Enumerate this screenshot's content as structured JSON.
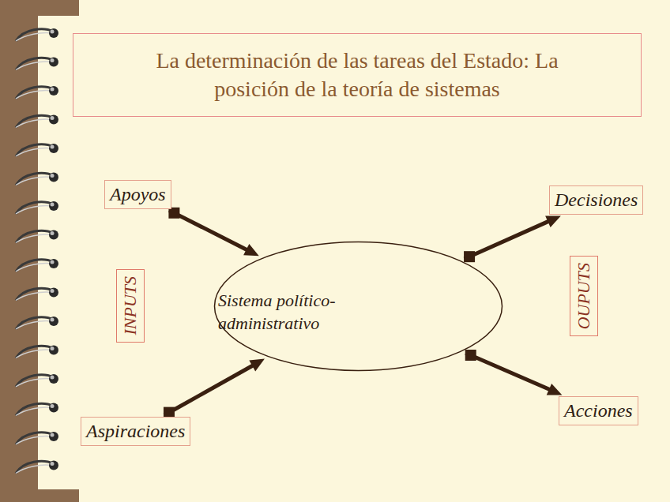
{
  "diagram": {
    "title": "La determinación de las tareas del Estado: La posición de la teoría de sistemas",
    "nodes": [
      {
        "text": [
          "Apoyos"
        ]
      },
      {
        "text": [
          "INPUTS"
        ]
      },
      {
        "text": [
          "Aspiraciones"
        ]
      },
      {
        "text": [
          "Sistema político-administrativo"
        ]
      },
      {
        "text": [
          "Decisiones"
        ]
      },
      {
        "text": [
          "OUPUTS"
        ]
      },
      {
        "text": [
          "Acciones"
        ]
      }
    ],
    "edges": [
      {
        "from": 0,
        "to": 3,
        "arrow": "to"
      },
      {
        "from": 2,
        "to": 3,
        "arrow": "to"
      },
      {
        "from": 3,
        "to": 4,
        "arrow": "to"
      },
      {
        "from": 3,
        "to": 6,
        "arrow": "to"
      }
    ]
  }
}
